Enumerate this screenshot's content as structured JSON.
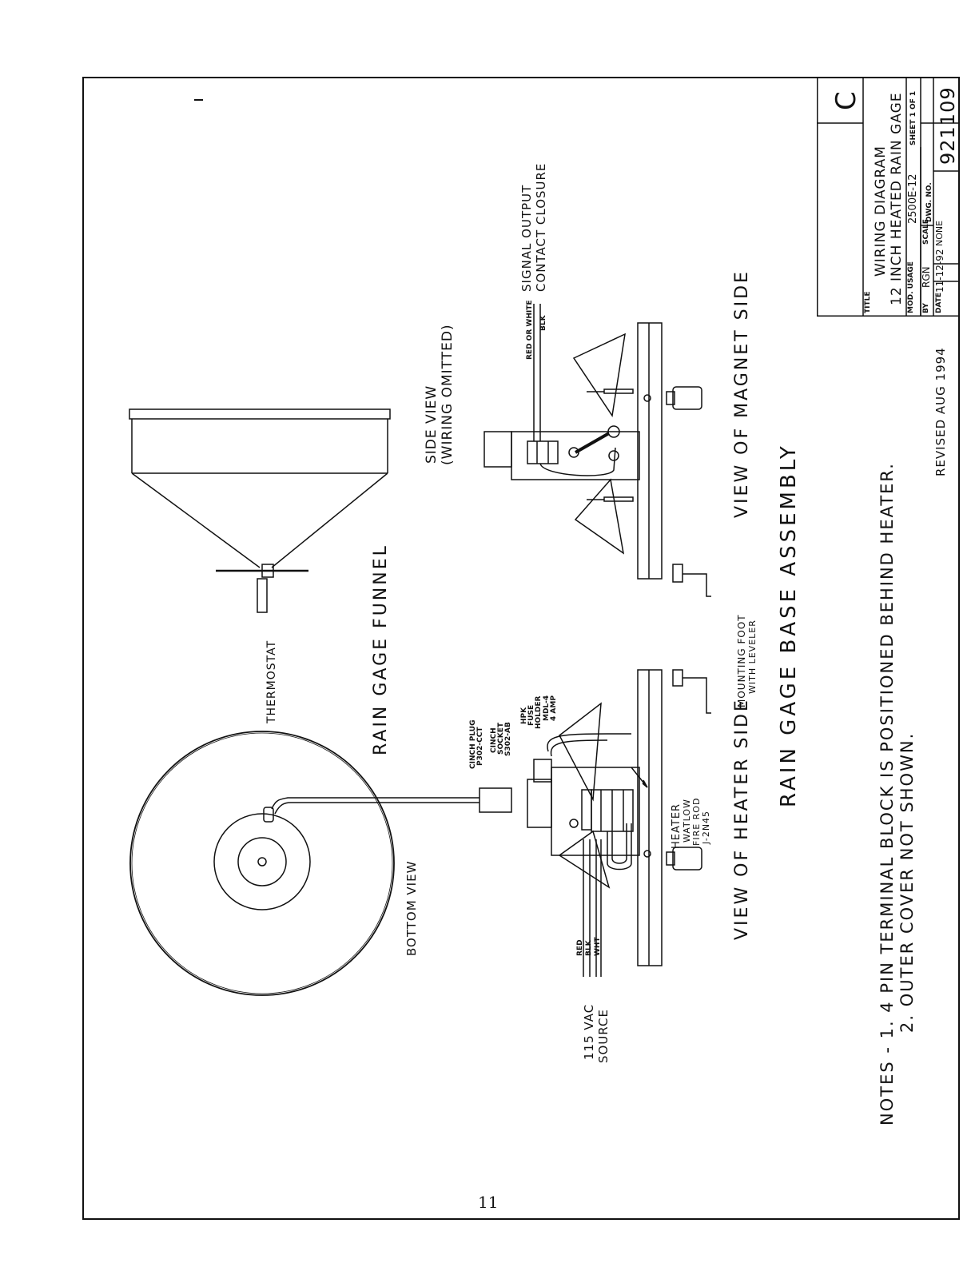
{
  "title_block": {
    "title_label": "TITLE",
    "title_line1": "WIRING DIAGRAM",
    "title_line2": "12 INCH HEATED RAIN GAGE",
    "mod_usage_label": "MOD. USAGE",
    "mod_usage_value": "2500E-12",
    "sheet": "SHEET 1 OF 1",
    "by_label": "BY",
    "by_value": "RGN",
    "scale_label": "SCALE",
    "scale_value": "NONE",
    "date_label": "DATE",
    "date_value": "11-12-92",
    "dwg_label": "DWG. NO.",
    "dwg_value": "921109",
    "revision_letter": "C"
  },
  "revised": "REVISED AUG 1994",
  "views": {
    "bottom_view": "BOTTOM VIEW",
    "thermostat": "THERMOSTAT",
    "rain_gage_funnel": "RAIN GAGE FUNNEL",
    "side_view_line1": "SIDE VIEW",
    "side_view_line2": "(WIRING OMITTED)",
    "signal_output_line1": "SIGNAL OUTPUT",
    "signal_output_line2": "CONTACT CLOSURE",
    "view_heater_side": "VIEW OF HEATER SIDE",
    "view_magnet_side": "VIEW OF MAGNET SIDE",
    "base_assembly": "RAIN GAGE BASE ASSEMBLY",
    "mounting_foot_line1": "MOUNTING FOOT",
    "mounting_foot_line2": "WITH LEVELER",
    "heater_line1": "HEATER",
    "heater_line2": "WATLOW",
    "heater_line3": "FIRE ROD",
    "heater_line4": "J-2N45",
    "vac_line1": "115 VAC",
    "vac_line2": "SOURCE",
    "plug_line1": "CINCH PLUG",
    "plug_line2": "P302-CCT",
    "socket_line1": "CINCH",
    "socket_line2": "SOCKET",
    "socket_line3": "S302-AB",
    "fuse_line1": "HPK",
    "fuse_line2": "FUSE",
    "fuse_line3": "HOLDER",
    "fuse_line4": "MDL-4",
    "fuse_line5": "4 AMP",
    "wire_red": "RED",
    "wire_blk": "BLK",
    "wire_wht": "WHT",
    "signal_wire_1": "RED OR WHITE",
    "signal_wire_2": "BLK"
  },
  "notes": {
    "line1": "NOTES - 1. 4 PIN TERMINAL BLOCK IS POSITIONED BEHIND HEATER.",
    "line2": "2. OUTER COVER NOT SHOWN."
  },
  "page_number": "11"
}
